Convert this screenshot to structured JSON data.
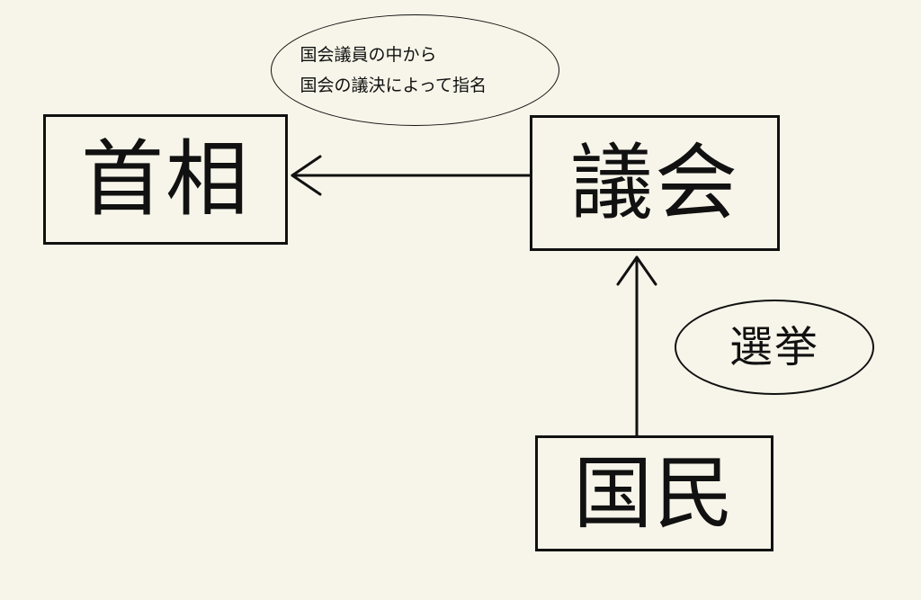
{
  "boxes": {
    "prime_minister": "首相",
    "diet": "議会",
    "citizens": "国民"
  },
  "notes": {
    "nomination_line1": "国会議員の中から",
    "nomination_line2": "国会の議決によって指名",
    "election": "選挙"
  }
}
